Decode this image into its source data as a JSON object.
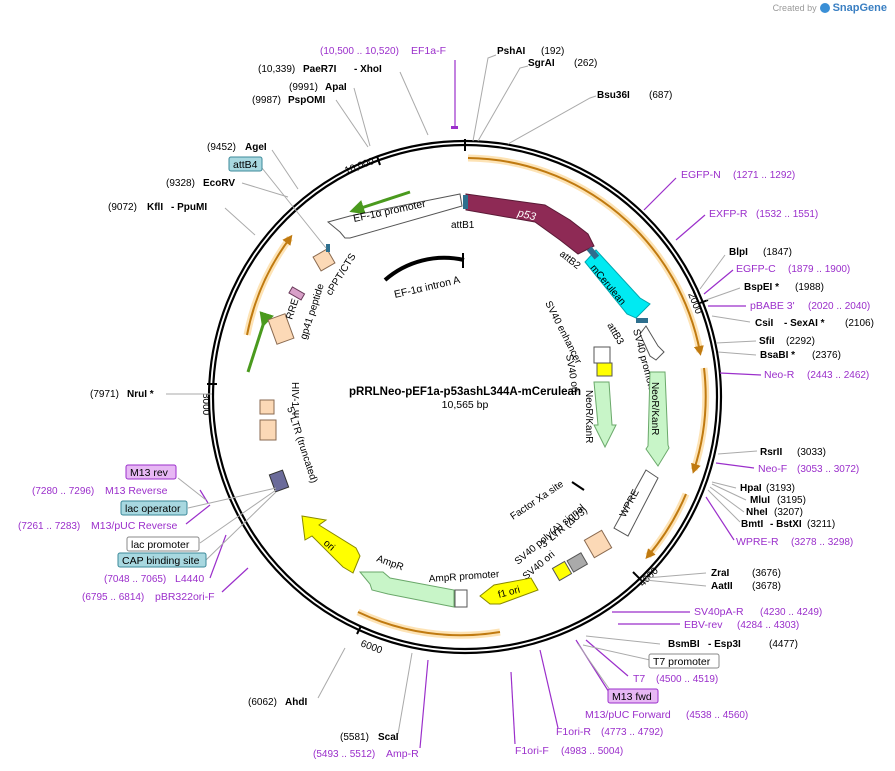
{
  "branding": {
    "created_by": "Created by",
    "product": "SnapGene"
  },
  "plasmid": {
    "name": "pRRLNeo-pEF1a-p53ashL344A-mCerulean",
    "size": "10,565 bp"
  },
  "ruler": [
    {
      "label": "10,000"
    },
    {
      "label": "2000"
    },
    {
      "label": "4000"
    },
    {
      "label": "6000"
    },
    {
      "label": "8000"
    }
  ],
  "enzymes": [
    {
      "name": "PshAI",
      "pos": "(192)"
    },
    {
      "name": "SgrAI",
      "pos": "(262)"
    },
    {
      "name": "Bsu36I",
      "pos": "(687)"
    },
    {
      "name": "BlpI",
      "pos": "(1847)"
    },
    {
      "name": "BspEI *",
      "pos": "(1988)"
    },
    {
      "name": "CsiI",
      "name2": "- SexAI *",
      "pos": "(2106)"
    },
    {
      "name": "SfiI",
      "pos": "(2292)"
    },
    {
      "name": "BsaBI *",
      "pos": "(2376)"
    },
    {
      "name": "RsrII",
      "pos": "(3033)"
    },
    {
      "name": "HpaI",
      "pos": "(3193)"
    },
    {
      "name": "MluI",
      "pos": "(3195)"
    },
    {
      "name": "NheI",
      "pos": "(3207)"
    },
    {
      "name": "BmtI",
      "name2": "- BstXI",
      "pos": "(3211)"
    },
    {
      "name": "ZraI",
      "pos": "(3676)"
    },
    {
      "name": "AatII",
      "pos": "(3678)"
    },
    {
      "name": "BsmBI",
      "name2": "- Esp3I",
      "pos": "(4477)"
    },
    {
      "name": "AhdI",
      "pos": "(6062)"
    },
    {
      "name": "ScaI",
      "pos": "(5581)"
    },
    {
      "name": "NruI *",
      "pos": "(7971)"
    },
    {
      "name": "KflI",
      "name2": "- PpuMI",
      "pos": "(9072)"
    },
    {
      "name": "EcoRV",
      "pos": "(9328)"
    },
    {
      "name": "AgeI",
      "pos": "(9452)"
    },
    {
      "name": "PspOMI",
      "pos": "(9987)"
    },
    {
      "name": "ApaI",
      "pos": "(9991)"
    },
    {
      "name": "PaeR7I",
      "name2": "- XhoI",
      "pos": "(10,339)"
    }
  ],
  "primers": [
    {
      "name": "EF1a-F",
      "range": "(10,500 .. 10,520)"
    },
    {
      "name": "EGFP-N",
      "range": "(1271 .. 1292)"
    },
    {
      "name": "EXFP-R",
      "range": "(1532 .. 1551)"
    },
    {
      "name": "EGFP-C",
      "range": "(1879 .. 1900)"
    },
    {
      "name": "pBABE 3'",
      "range": "(2020 .. 2040)"
    },
    {
      "name": "Neo-R",
      "range": "(2443 .. 2462)"
    },
    {
      "name": "Neo-F",
      "range": "(3053 .. 3072)"
    },
    {
      "name": "WPRE-R",
      "range": "(3278 .. 3298)"
    },
    {
      "name": "SV40pA-R",
      "range": "(4230 .. 4249)"
    },
    {
      "name": "EBV-rev",
      "range": "(4284 .. 4303)"
    },
    {
      "name": "T7",
      "range": "(4500 .. 4519)"
    },
    {
      "name": "M13/pUC Forward",
      "range": "(4538 .. 4560)"
    },
    {
      "name": "F1ori-R",
      "range": "(4773 .. 4792)"
    },
    {
      "name": "F1ori-F",
      "range": "(4983 .. 5004)"
    },
    {
      "name": "Amp-R",
      "range": "(5493 .. 5512)"
    },
    {
      "name": "pBR322ori-F",
      "range": "(6795 .. 6814)"
    },
    {
      "name": "L4440",
      "range": "(7048 .. 7065)"
    },
    {
      "name": "M13/pUC Reverse",
      "range": "(7261 .. 7283)"
    },
    {
      "name": "M13 Reverse",
      "range": "(7280 .. 7296)"
    }
  ],
  "boxed_labels": {
    "t7_promoter": "T7 promoter",
    "m13_fwd": "M13 fwd",
    "m13_rev": "M13 rev",
    "lac_operator": "lac operator",
    "lac_promoter": "lac promoter",
    "cap_site": "CAP binding site",
    "attb4": "attB4"
  },
  "features": {
    "p53": "p53",
    "attB1": "attB1",
    "attB2": "attB2",
    "attB3": "attB3",
    "mCerulean": "mCerulean",
    "sv40_promoter": "SV40 promoter",
    "sv40_enhancer": "SV40 enhancer",
    "sv40_ori_inner": "SV40 ori",
    "neokanr_outer": "NeoR/KanR",
    "neokanr_inner": "NeoR/KanR",
    "wpre": "WPRE",
    "factor_xa": "Factor Xa site",
    "ltr3": "3' LTR (ΔU3)",
    "sv40_polya": "SV40 poly(A) signal",
    "sv40_ori": "SV40 ori",
    "f1_ori": "f1 ori",
    "ampr_promoter": "AmpR promoter",
    "ampr": "AmpR",
    "ori": "ori",
    "ltr5": "5' LTR (truncated)",
    "hiv_psi": "HIV-1 Ψ",
    "rre": "RRE",
    "gp41": "gp41 peptide",
    "cppt": "cPPT/CTS",
    "ef1a_promoter": "EF-1α promoter",
    "ef1a_intron": "EF-1α intron A"
  },
  "colors": {
    "p53": "#8e2a55",
    "mcerulean": "#00eaf2",
    "neo": "#c8f5c8",
    "yellow": "#ffff00",
    "orange": "#f0a030",
    "primer": "#9b2fcb",
    "enzyme": "#000000",
    "attb": "#2e6f8e"
  }
}
